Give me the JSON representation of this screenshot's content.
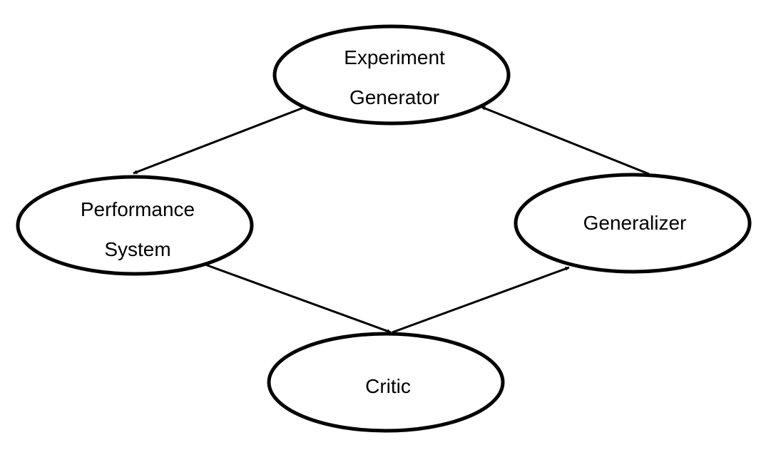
{
  "diagram": {
    "type": "cycle",
    "nodes": {
      "experiment_generator": {
        "line1": "Experiment",
        "line2": "Generator"
      },
      "performance_system": {
        "line1": "Performance",
        "line2": "System"
      },
      "critic": {
        "label": "Critic"
      },
      "generalizer": {
        "label": "Generalizer"
      }
    },
    "edges": [
      {
        "from": "Experiment Generator",
        "to": "Performance System"
      },
      {
        "from": "Performance System",
        "to": "Critic"
      },
      {
        "from": "Critic",
        "to": "Generalizer"
      },
      {
        "from": "Generalizer",
        "to": "Experiment Generator"
      }
    ],
    "colors": {
      "stroke": "#000000",
      "fill": "#ffffff"
    }
  }
}
